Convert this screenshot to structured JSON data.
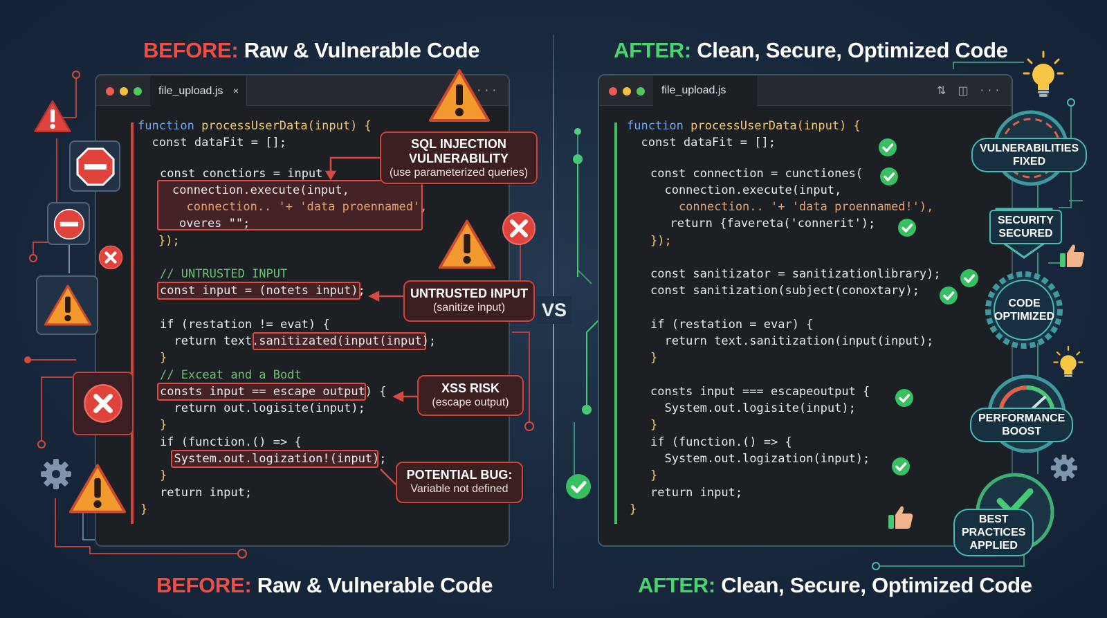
{
  "before": {
    "prefix": "BEFORE:",
    "title": "Raw & Vulnerable Code",
    "filename": "file_upload.js",
    "close_glyph": "×",
    "menu_glyph": "···",
    "code": [
      "function processUserData(input) {",
      "  const dataFit = [];",
      "const conctiors = input",
      "connection.execute(input,",
      "  connection.. '+ 'data proennamed',",
      "overes \"\";",
      "});",
      "// UNTRUSTED INPUT",
      "const input = (notets input);",
      "if (restation != evat) {",
      "  return text.sanitizated(input(input);",
      "}",
      "// Exceat and a Bodt",
      "consts input == escape output) {",
      "  return out.logisite(input);",
      "}",
      "if (function.() => {",
      "  System.out.logization!(input);",
      "}",
      "return input;",
      "}"
    ],
    "callouts": [
      {
        "title": "SQL INJECTION\nVULNERABILITY",
        "subtitle": "(use parameterized queries)"
      },
      {
        "title": "UNTRUSTED INPUT",
        "subtitle": "(sanitize input)"
      },
      {
        "title": "XSS RISK",
        "subtitle": "(escape output)"
      },
      {
        "title": "POTENTIAL BUG:",
        "subtitle": "Variable not defined"
      }
    ],
    "icons": [
      "warning-icon",
      "stop-icon",
      "error-icon",
      "gear-icon"
    ]
  },
  "divider_label": "VS",
  "after": {
    "prefix": "AFTER:",
    "title": "Clean, Secure, Optimized Code",
    "filename": "file_upload.js",
    "toolbar_glyphs": "⇅ ◫ ···",
    "code": [
      "function processUserData(input) {",
      "  const dataFit = [];",
      "const connection = cunctiones(",
      "  connection.execute(input,",
      "    connection.. '+ 'data proennamed!'),",
      "  return {favereta('connerit');",
      "});",
      "const sanitizator = sanitizationlibrary);",
      "const sanitization(subject(conoxtary);",
      "if (restation = evar) {",
      "  return text.sanitization(input(input);",
      "}",
      "consts input === escapeoutput {",
      "  System.out.logisite(input);",
      "}",
      "if (function.() => {",
      "  System.out.logization(input);",
      "}",
      "return input;",
      "}"
    ],
    "badges": [
      "VULNERABILITIES\nFIXED",
      "SECURITY\nSECURED",
      "CODE\nOPTIMIZED",
      "PERFORMANCE\nBOOST",
      "BEST PRACTICES\nAPPLIED"
    ],
    "icons": [
      "lightbulb-icon",
      "thumbs-up-icon",
      "gauge-icon",
      "gear-icon"
    ]
  },
  "colors": {
    "background": "#1a2a3e",
    "before_accent": "#ee4f44",
    "after_accent": "#48d46e",
    "keyword": "#6aa8f0",
    "function": "#f1c96b",
    "comment": "#6fbf73",
    "string": "#e7a26a"
  }
}
